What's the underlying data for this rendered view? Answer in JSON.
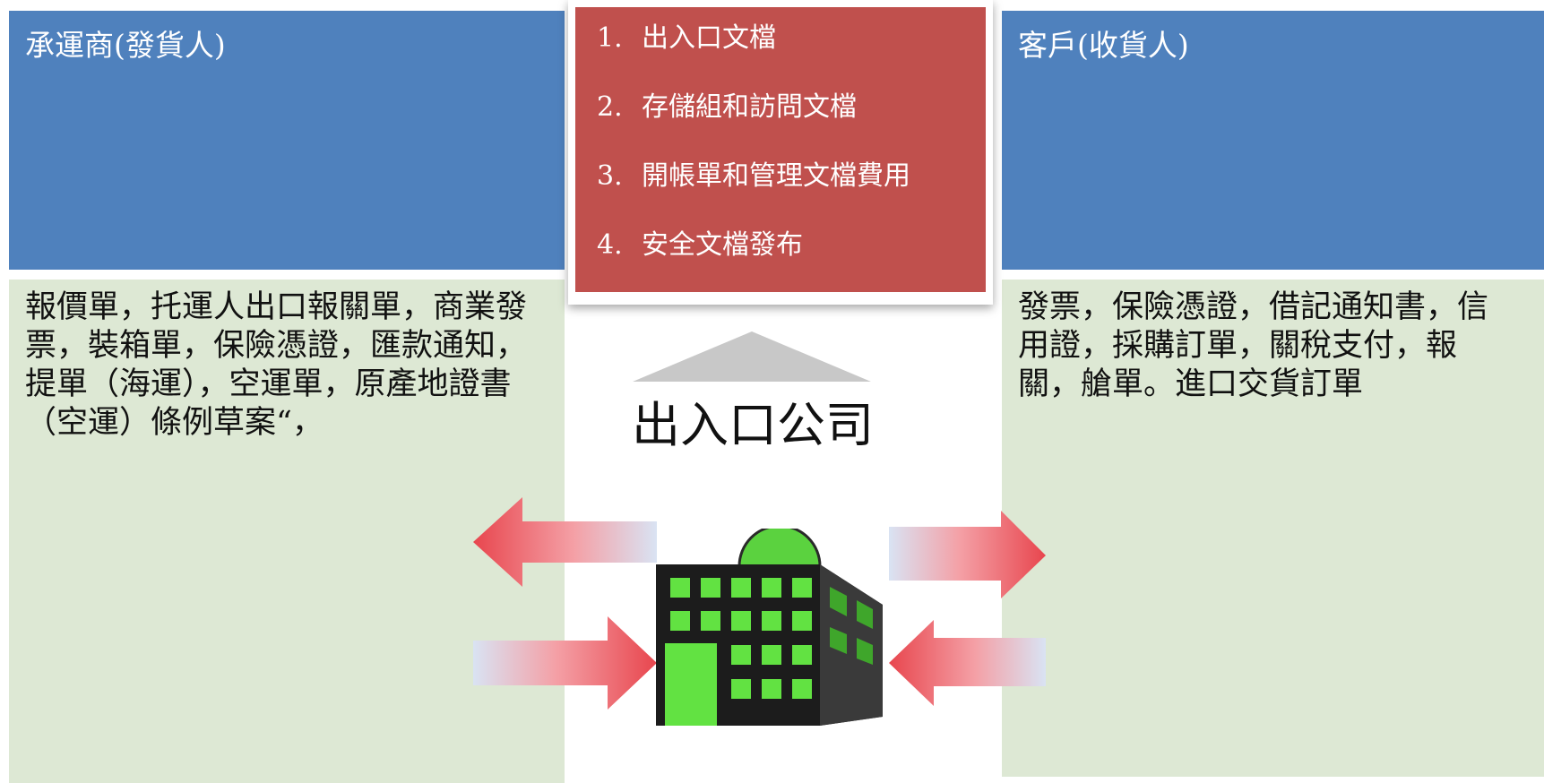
{
  "carrier": {
    "title": "承運商(發貨人)",
    "documents": "報價單，托運人出口報關單，商業發票，裝箱單，保險憑證，匯款通知，提單（海運），空運單，原產地證書（空運）條例草案“，"
  },
  "customer": {
    "title": "客戶(收貨人)",
    "documents": "發票，保險憑證，借記通知書，信用證，採購訂單，關稅支付，報關，艙單。進口交貨訂單"
  },
  "services": [
    {
      "num": "1.",
      "label": "出入口文檔"
    },
    {
      "num": "2.",
      "label": "存儲組和訪問文檔"
    },
    {
      "num": "3.",
      "label": "開帳單和管理文檔費用"
    },
    {
      "num": "4.",
      "label": "安全文檔發布"
    }
  ],
  "company": {
    "label": "出入口公司",
    "icon": "building-icon"
  },
  "colors": {
    "header_blue": "#4f81bd",
    "body_green": "#dde8d4",
    "docs_red": "#c0504d",
    "arrow_red": "#e8464e"
  }
}
